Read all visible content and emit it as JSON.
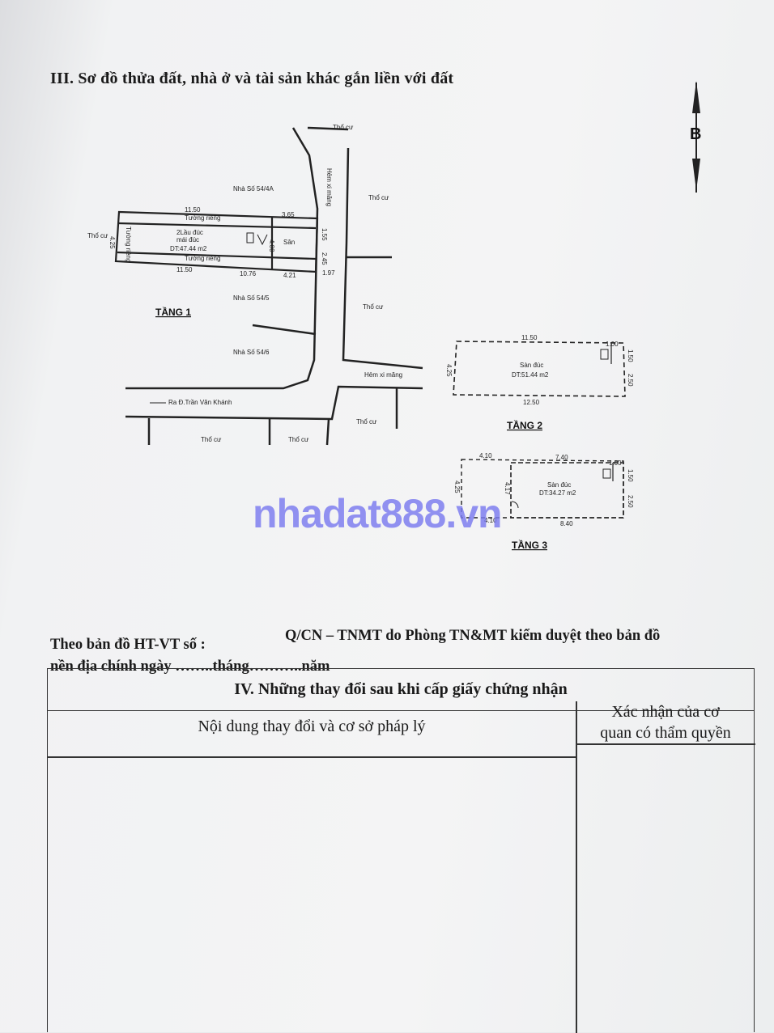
{
  "section3": {
    "title": "III. Sơ đồ thửa đất, nhà ở và tài sản khác gắn liền với đất"
  },
  "compass": {
    "label": "B"
  },
  "plan": {
    "floor1": {
      "label": "TẦNG 1",
      "house_top": "Nhà Số 54/4A",
      "house_mid": "Nhà Số 54/5",
      "house_bot": "Nhà Số 54/6",
      "alley": "Hẻm xi măng",
      "alley2": "Hẻm xi măng",
      "road": "Ra Đ.Trần Văn Khánh",
      "wall": "Tường riêng",
      "wall2": "Tường riêng",
      "wall3": "Tường riêng",
      "building": "2Lầu đúc",
      "building2": "mái đúc",
      "area": "DT:47.44 m2",
      "yard": "Sân",
      "tho_cu": [
        "Thổ cư",
        "Thổ cư",
        "Thổ cư",
        "Thổ cư",
        "Thổ cư",
        "Thổ cư",
        "Thổ cư"
      ],
      "dims": [
        "11.50",
        "3.65",
        "4.25",
        "11.50",
        "10.76",
        "4.21",
        "1.97",
        "1.55",
        "2.45",
        "4.00"
      ]
    },
    "floor2": {
      "label": "TẦNG 2",
      "slab": "Sàn đúc",
      "area": "DT:51.44 m2",
      "dims": [
        "11.50",
        "1.00",
        "1.50",
        "4.25",
        "2.50",
        "12.50"
      ]
    },
    "floor3": {
      "label": "TẦNG 3",
      "slab": "Sàn đúc",
      "area": "DT:34.27 m2",
      "dims": [
        "4.10",
        "7.40",
        "1.00",
        "1.50",
        "4.25",
        "4.17",
        "2.50",
        "4.10",
        "8.40"
      ]
    }
  },
  "watermark": "nhadat888.vn",
  "reference": {
    "line1": "Theo bản đồ HT-VT số :",
    "line1b": "Q/CN – TNMT do Phòng TN&MT kiểm duyệt theo bản đồ",
    "line2": "nền địa chính ngày ……..tháng………..năm"
  },
  "section4": {
    "title": "IV. Những thay đổi sau khi cấp giấy chứng nhận",
    "col1": "Nội dung thay đổi và cơ sở pháp lý",
    "col2_line1": "Xác nhận của cơ",
    "col2_line2": "quan có thẩm quyền"
  }
}
